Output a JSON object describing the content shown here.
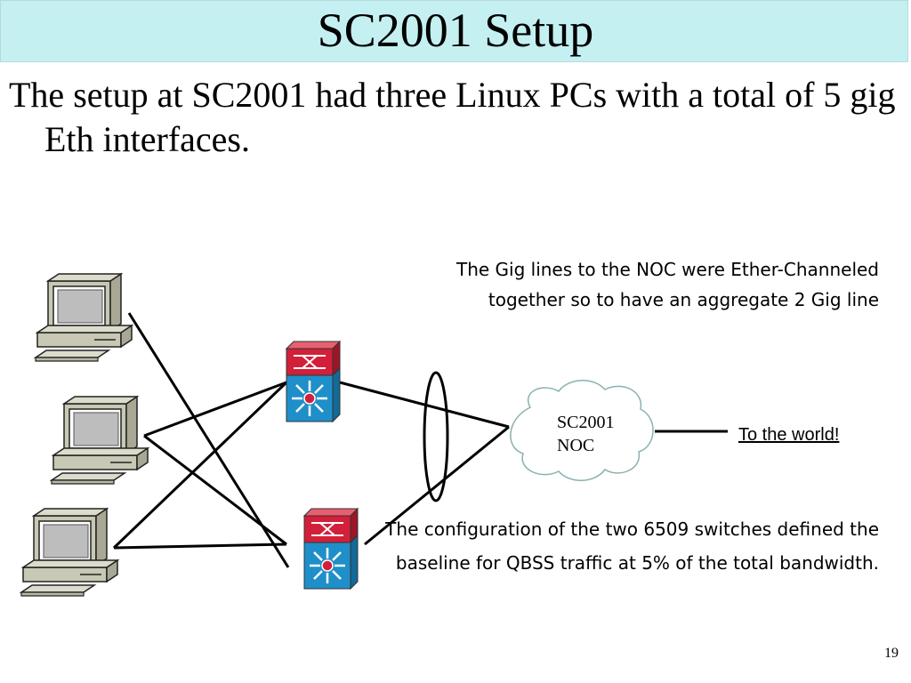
{
  "slide": {
    "title": "SC2001 Setup",
    "bullet": "The setup at SC2001 had three Linux PCs with a total of 5 gig Eth interfaces.",
    "page_number": "19"
  },
  "diagram": {
    "note_top": "The Gig lines to the NOC were Ether-Channeled together so to have an aggregate 2 Gig line",
    "note_bottom": "The configuration of the two 6509 switches defined the baseline for QBSS traffic at 5% of the total bandwidth.",
    "noc_label_line1": "SC2001",
    "noc_label_line2": "NOC",
    "world_link": "To the world!",
    "colors": {
      "title_bar": "#c4f0f2",
      "switch_top": "#d2203a",
      "switch_bottom": "#1f8fc9",
      "pc_body": "#c8c8b4"
    }
  }
}
